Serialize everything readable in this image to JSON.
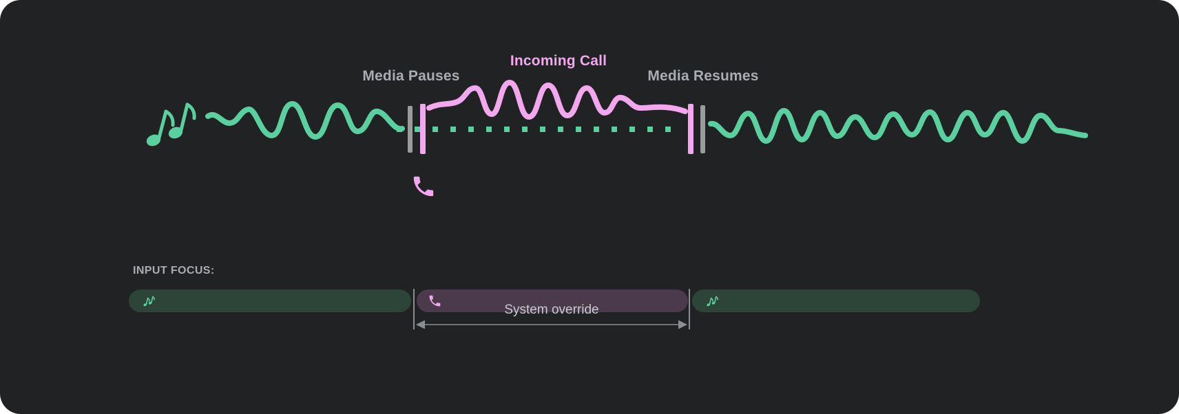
{
  "colors": {
    "page_background": "#ffffff",
    "canvas_background": "#212224",
    "media_green": "#5ad0a0",
    "media_green_dim": "#2d4539",
    "call_pink": "#f2a7ee",
    "call_purple_dim": "#4a3a4b",
    "marker_gray": "#9b9b9b",
    "label_gray": "#a9adb2",
    "annotation_gray": "#8a8d91",
    "text_light": "#c8cbce"
  },
  "timeline": {
    "media_pauses_label": "Media Pauses",
    "incoming_call_label": "Incoming Call",
    "media_resumes_label": "Media Resumes",
    "icons": {
      "media": "music-notes-icon",
      "call": "phone-icon",
      "pause_markers": "pause-bars-icon",
      "resume_markers": "resume-bars-icon"
    }
  },
  "input_focus": {
    "heading": "INPUT FOCUS:",
    "segments": [
      {
        "type": "media",
        "icon": "music-notes-icon"
      },
      {
        "type": "call",
        "icon": "phone-icon"
      },
      {
        "type": "media",
        "icon": "music-notes-icon"
      }
    ],
    "system_override_label": "System override"
  }
}
